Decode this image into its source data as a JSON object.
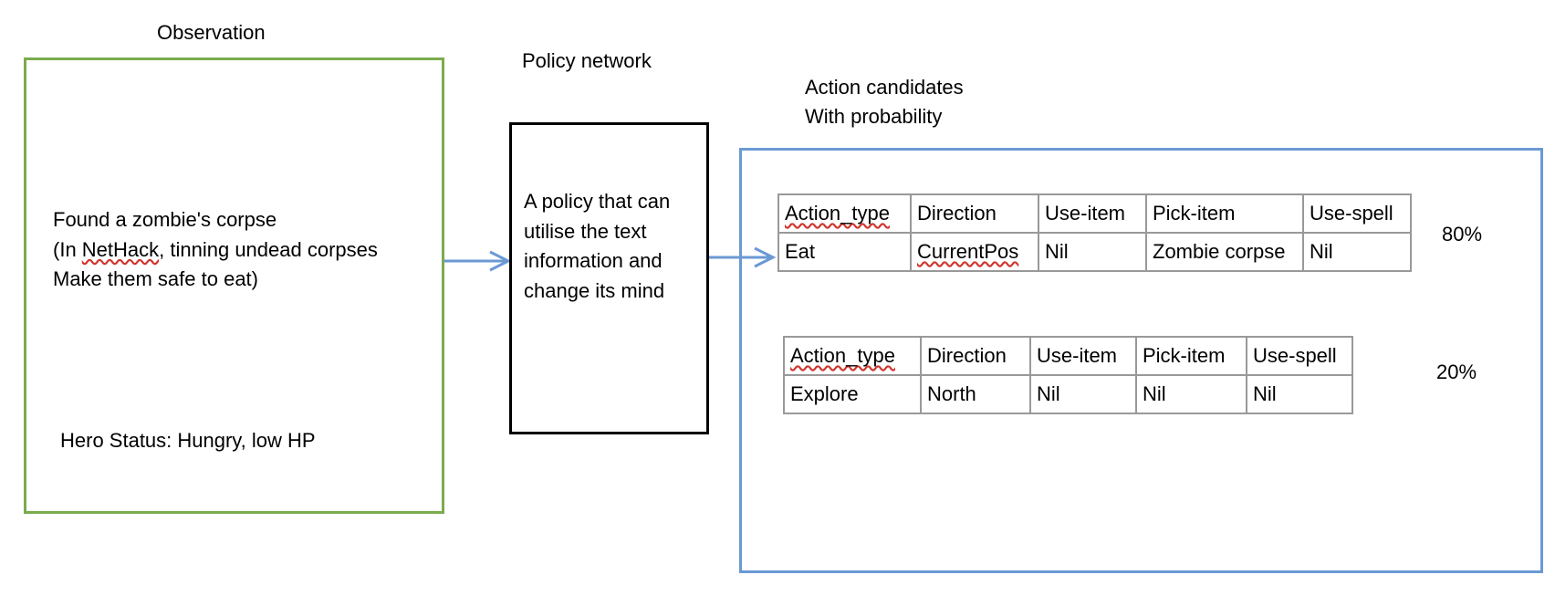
{
  "observation": {
    "title": "Observation",
    "line1": "Found a zombie's corpse",
    "line2_prefix": "(In ",
    "line2_word": "NetHack",
    "line2_suffix": ", tinning undead corpses",
    "line3": "Make them safe to eat)",
    "status": "Hero Status: Hungry, low HP"
  },
  "policy": {
    "title": "Policy network",
    "lines": [
      "A policy that can",
      "utilise the text",
      "information and",
      "change its mind"
    ]
  },
  "actions": {
    "title_line1": "Action candidates",
    "title_line2": "With probability",
    "headers": [
      "Action_type",
      "Direction",
      "Use-item",
      "Pick-item",
      "Use-spell"
    ],
    "candidates": [
      {
        "values": [
          "Eat",
          "CurrentPos",
          "Nil",
          "Zombie corpse",
          "Nil"
        ],
        "probability": "80%"
      },
      {
        "values": [
          "Explore",
          "North",
          "Nil",
          "Nil",
          "Nil"
        ],
        "probability": "20%"
      }
    ]
  },
  "colors": {
    "observation_border": "#7aab4d",
    "action_border": "#6b99d4",
    "arrow": "#6b99d4",
    "spellcheck": "#d0342c"
  }
}
